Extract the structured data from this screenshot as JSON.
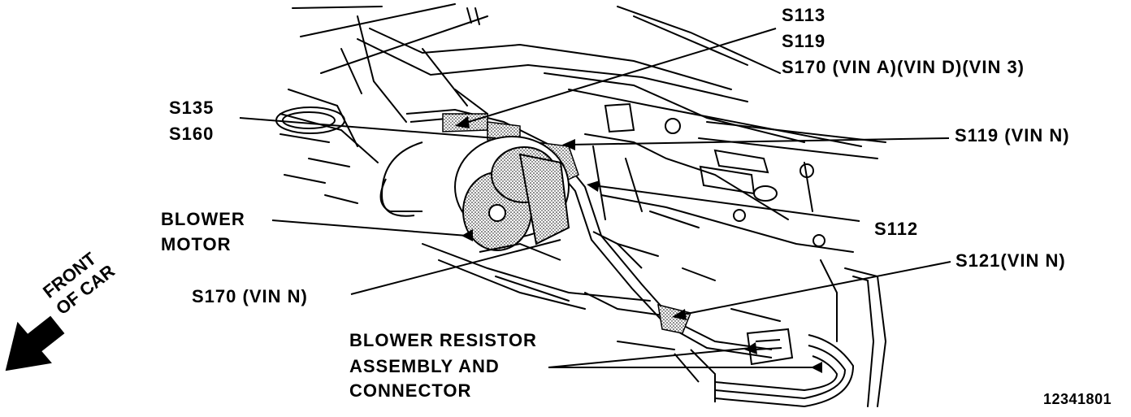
{
  "labels": {
    "s113": "S113",
    "s119": "S119",
    "s170_vin": "S170 (VIN A)(VIN D)(VIN 3)",
    "s135": "S135",
    "s160": "S160",
    "s119_vin_n": "S119 (VIN N)",
    "blower_motor_1": "BLOWER",
    "blower_motor_2": "MOTOR",
    "s112": "S112",
    "s121_vin_n": "S121(VIN N)",
    "s170_vin_n": "S170 (VIN N)",
    "resistor_1": "BLOWER RESISTOR",
    "resistor_2": "ASSEMBLY AND",
    "resistor_3": "CONNECTOR",
    "front_1": "FRONT",
    "front_2": "OF CAR",
    "figure_number": "12341801"
  }
}
